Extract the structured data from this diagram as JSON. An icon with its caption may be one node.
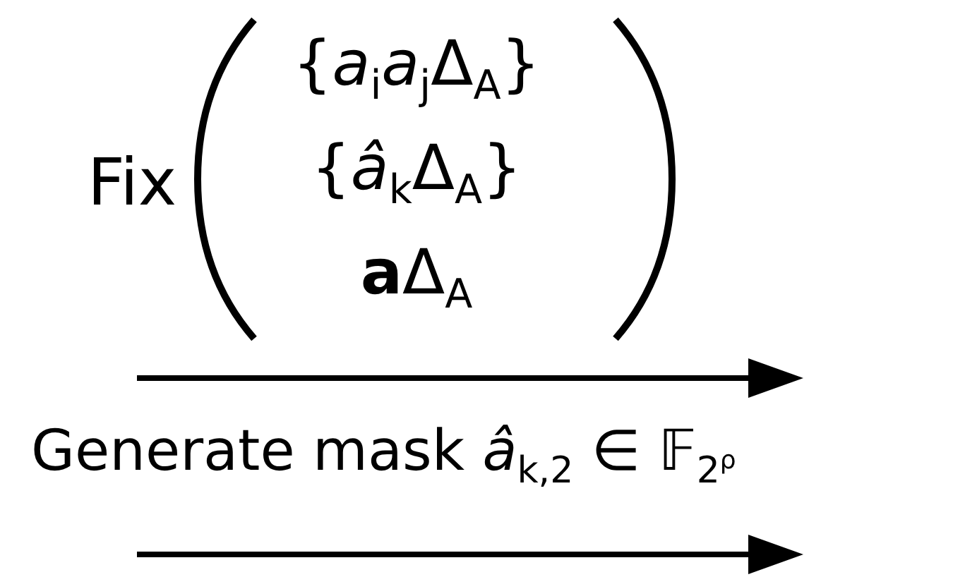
{
  "diagram": {
    "labels": [
      "Fix",
      "{*a*$_{i}$*a*$_{j}$Δ$_{A}$}",
      "{*â*$_{k}$Δ$_{A}$}",
      "**a**Δ$_{A}$",
      "Generate mask *â*$_{k,2}$ ∈ 𝔽$_{2}$$^{ρ}$"
    ]
  }
}
